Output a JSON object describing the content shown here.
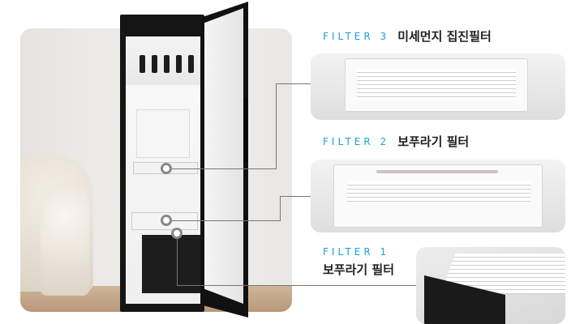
{
  "filters": [
    {
      "code": "FILTER 3",
      "name": "미세먼지 집진필터"
    },
    {
      "code": "FILTER 2",
      "name": "보푸라기 필터"
    },
    {
      "code": "FILTER 1",
      "name": "보푸라기 필터"
    }
  ],
  "colors": {
    "accent": "#1aa0d8",
    "line": "#777777"
  }
}
